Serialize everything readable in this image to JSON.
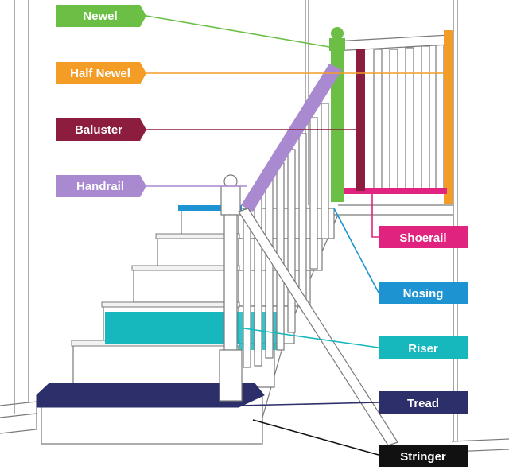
{
  "labels": {
    "newel": "Newel",
    "half_newel": "Half Newel",
    "baluster": "Baluster",
    "handrail": "Handrail",
    "shoerail": "Shoerail",
    "nosing": "Nosing",
    "riser": "Riser",
    "tread": "Tread",
    "stringer": "Stringer"
  },
  "colors": {
    "newel": "#6cbf45",
    "half_newel": "#f39c26",
    "baluster": "#8c1d3e",
    "handrail": "#a98ad0",
    "shoerail": "#e0237f",
    "nosing": "#1d93d2",
    "riser": "#16b7bd",
    "tread": "#2d2f6b",
    "stringer": "#111111"
  }
}
